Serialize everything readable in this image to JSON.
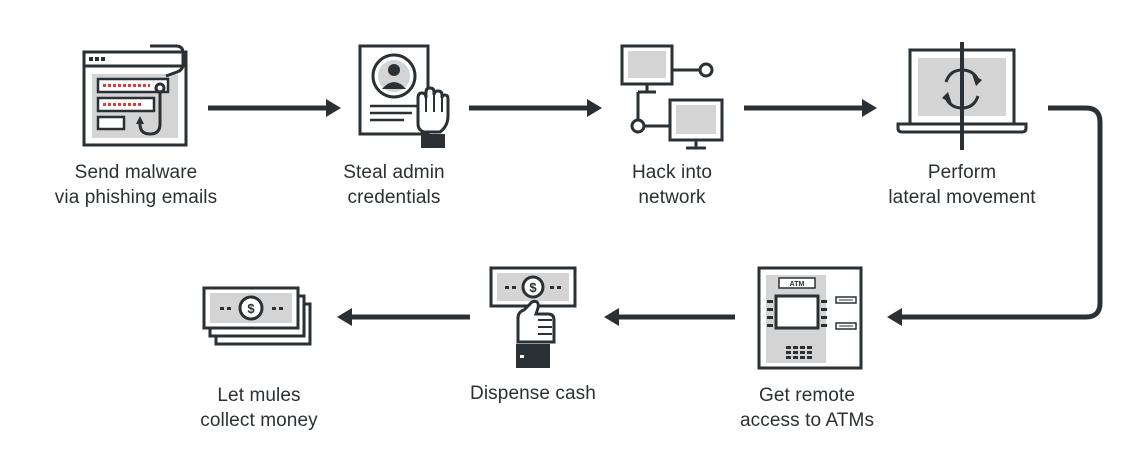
{
  "colors": {
    "ink": "#2b3034",
    "fill_gray": "#d4d4d4",
    "accent_red": "#e03c3c",
    "background": "#ffffff"
  },
  "steps": [
    {
      "line1": "Send malware",
      "line2": "via phishing emails",
      "icon": "phishing-email-icon"
    },
    {
      "line1": "Steal admin",
      "line2": "credentials",
      "icon": "id-card-hand-icon"
    },
    {
      "line1": "Hack into",
      "line2": "network",
      "icon": "network-computers-icon"
    },
    {
      "line1": "Perform",
      "line2": "lateral movement",
      "icon": "laptops-sync-icon"
    },
    {
      "line1": "Get remote",
      "line2": "access to ATMs",
      "icon": "atm-machine-icon"
    },
    {
      "line1": "Dispense cash",
      "line2": "",
      "icon": "hand-banknote-icon"
    },
    {
      "line1": "Let mules",
      "line2": "collect money",
      "icon": "money-stack-icon"
    }
  ],
  "atm_screen_label": "ATM",
  "currency_symbol": "$"
}
